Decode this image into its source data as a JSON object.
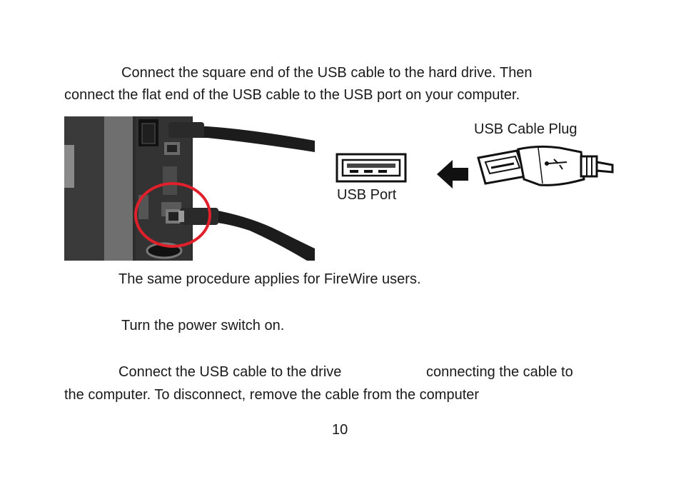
{
  "instructions": {
    "step1_line1": "Connect the square end of the USB cable to the hard drive. Then",
    "step1_line2": "connect the flat end of the USB cable to the USB port on your computer.",
    "firewire_note": "The same procedure applies for FireWire users.",
    "power_step": "Turn the power switch on.",
    "disconnect_line1_a": "Connect the USB cable to the drive",
    "disconnect_line1_b": "connecting the cable to",
    "disconnect_line2": "the computer. To disconnect, remove the cable from the computer"
  },
  "figure": {
    "usb_cable_plug_label": "USB Cable Plug",
    "usb_port_label": "USB Port"
  },
  "page_number": "10",
  "colors": {
    "text": "#1a1a1a",
    "highlight_circle": "#e0202a",
    "cable": "#1c1c1c",
    "arrow": "#111111"
  }
}
